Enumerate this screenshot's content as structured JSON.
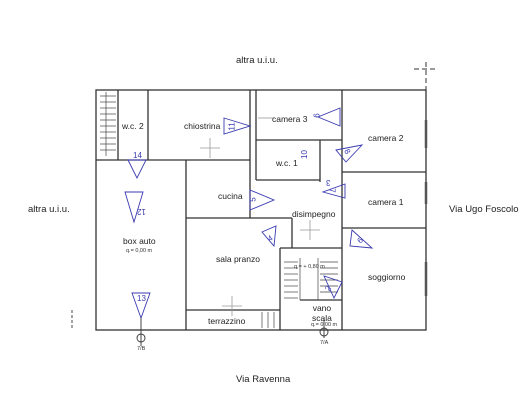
{
  "surroundings": {
    "top": "altra u.i.u.",
    "left": "altra u.i.u.",
    "right": "Via Ugo Foscolo",
    "bottom": "Via Ravenna"
  },
  "rooms": {
    "wc2": "w.c. 2",
    "chiostrina": "chiostrina",
    "camera3": "camera 3",
    "camera2": "camera 2",
    "wc1": "w.c. 1",
    "cucina": "cucina",
    "disimpegno": "disimpegno",
    "camera1": "camera 1",
    "box_auto": "box auto",
    "box_auto_quota": "q.= 0,00 m",
    "sala_pranzo": "sala pranzo",
    "soggiorno": "soggiorno",
    "terrazzino": "terrazzino",
    "vano_scala": "vano\nscala",
    "vano_quota": "q.= 0,00 m",
    "stair_quota": "q.= + 0,80 m"
  },
  "markers": {
    "left": "7/B",
    "right": "7/A"
  },
  "view_numbers": [
    "11",
    "9",
    "10",
    "8",
    "3",
    "14",
    "12",
    "5",
    "7",
    "4",
    "6",
    "13",
    "2"
  ]
}
